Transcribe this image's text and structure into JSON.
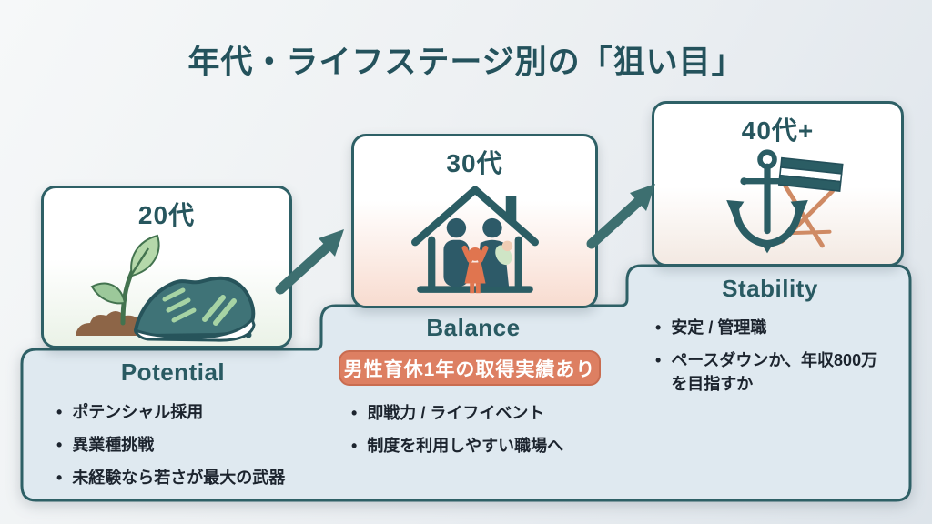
{
  "title": "年代・ライフステージ別の「狙い目」",
  "colors": {
    "accent_teal": "#2e6066",
    "heading_teal": "#295a62",
    "badge_bg": "#dd7f62",
    "badge_border": "#c96c50",
    "panel_bg": "#dfe9f0",
    "body_text": "#1c242e"
  },
  "stages": [
    {
      "age": "20代",
      "icon": "sprout-sneaker-icon",
      "heading": "Potential",
      "bullets": [
        "ポテンシャル採用",
        "異業種挑戦",
        "未経験なら若さが最大の武器"
      ]
    },
    {
      "age": "30代",
      "icon": "family-house-icon",
      "heading": "Balance",
      "badge": "男性育休1年の取得実績あり",
      "bullets": [
        "即戦力 / ライフイベント",
        "制度を利用しやすい職場へ"
      ]
    },
    {
      "age": "40代+",
      "icon": "anchor-director-chair-icon",
      "heading": "Stability",
      "bullets": [
        "安定 / 管理職",
        "ペースダウンか、年収800万を目指すか"
      ]
    }
  ]
}
